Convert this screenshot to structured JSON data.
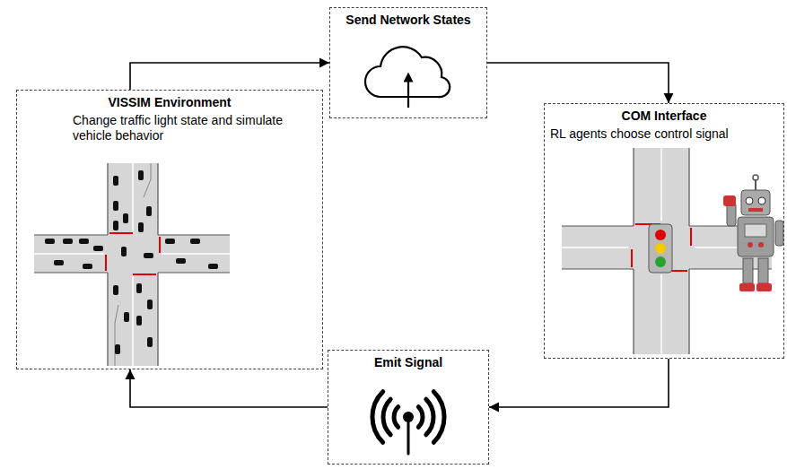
{
  "diagram": {
    "nodes": [
      {
        "text": [
          "VISSIM Environment",
          "Change traffic light state and simulate vehicle behavior"
        ]
      },
      {
        "text": [
          "Send Network States"
        ]
      },
      {
        "text": [
          "COM Interface",
          "RL agents choose control signal"
        ]
      },
      {
        "text": [
          "Emit Signal"
        ]
      }
    ],
    "edges": [
      {
        "from": 0,
        "to": 1,
        "arrow": "to"
      },
      {
        "from": 1,
        "to": 2,
        "arrow": "to"
      },
      {
        "from": 2,
        "to": 3,
        "arrow": "to"
      },
      {
        "from": 3,
        "to": 0,
        "arrow": "to"
      }
    ]
  }
}
